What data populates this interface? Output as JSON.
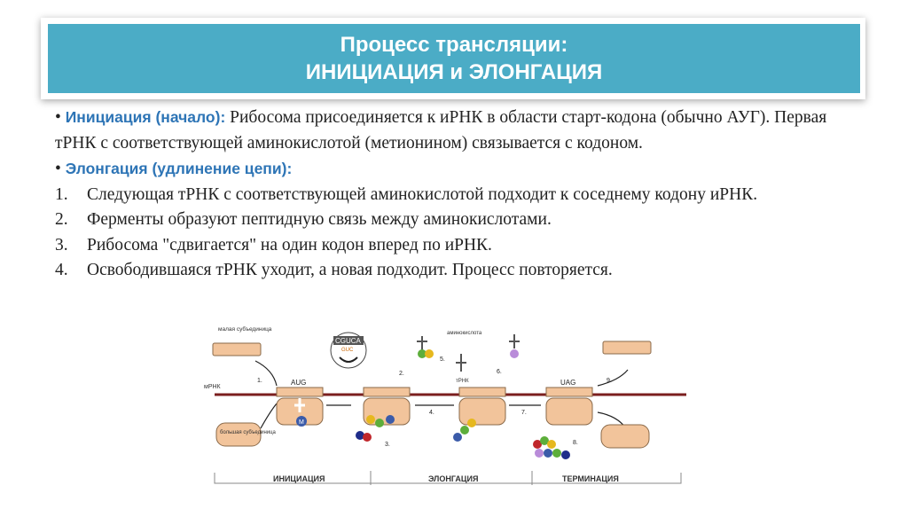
{
  "title": {
    "line1": "Процесс трансляции:",
    "line2": "ИНИЦИАЦИЯ и ЭЛОНГАЦИЯ"
  },
  "initiation": {
    "bullet": "•",
    "label": "Инициация (начало):",
    "text": " Рибосома присоединяется к иРНК в области старт-кодона (обычно АУГ). Первая тРНК с соответствующей аминокислотой (метионином) связывается с кодоном."
  },
  "elongation": {
    "bullet": "•",
    "label": "Элонгация (удлинение цепи):",
    "steps": [
      {
        "num": "1.",
        "text": "Следующая тРНК с соответствующей аминокислотой подходит к соседнему кодону иРНК."
      },
      {
        "num": "2.",
        "text": "Ферменты образуют пептидную связь между аминокислотами."
      },
      {
        "num": "3.",
        "text": "Рибосома \"сдвигается\" на один кодон вперед по иРНК."
      },
      {
        "num": "4.",
        "text": "Освободившаяся тРНК уходит, а новая подходит. Процесс повторяется."
      }
    ]
  },
  "diagram": {
    "small_subunit": "малая субъединица",
    "large_subunit": "большая субъединица",
    "mrna": "мРНК",
    "trna": "тРНК",
    "amino_acid": "аминокислота",
    "start_codon": "AUG",
    "stop_codon": "UAG",
    "codon_box": "CGUCA",
    "codon_box_sub": "GUC",
    "met": "M",
    "steps": [
      "1.",
      "2.",
      "3.",
      "4.",
      "5.",
      "6.",
      "7.",
      "8.",
      "9."
    ],
    "stage_labels": [
      "ИНИЦИАЦИЯ",
      "ЭЛОНГАЦИЯ",
      "ТЕРМИНАЦИЯ"
    ],
    "colors": {
      "mrna": "#7B1F1F",
      "ribosome": "#F2C49B",
      "ribosome_stroke": "#8A6A4A",
      "title_bg": "#4BACC6",
      "bullet_blue": "#2E75B6"
    }
  }
}
